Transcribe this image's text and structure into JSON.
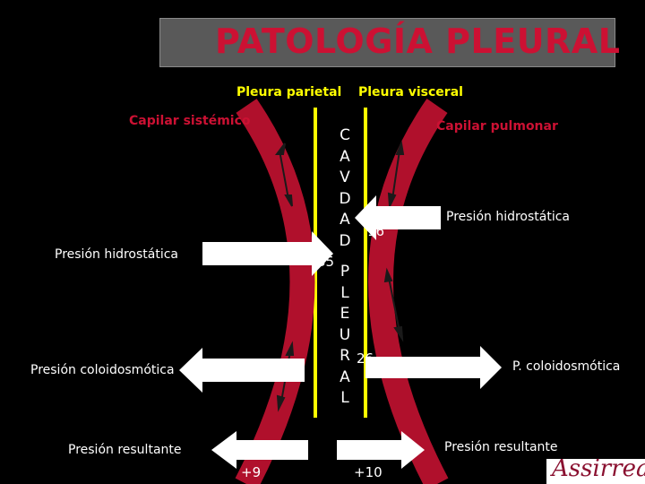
{
  "title": "PATOLOGÍA PLEURAL",
  "labels": {
    "pleura_parietal": "Pleura parietal",
    "pleura_visceral": "Pleura visceral",
    "capilar_sistemico": "Capilar sistémico",
    "capilar_pulmonar": "Capilar pulmonar",
    "presion_hidrostatica_left": "Presión hidrostática",
    "presion_hidrostatica_right": "Presión hidrostática",
    "presion_coloidosmotica_left": "Presión coloidosmótica",
    "presion_coloidosmotica_right": "P. coloidosmótica",
    "presion_resultante_left": "Presión resultante",
    "presion_resultante_right": "Presión resultante"
  },
  "values": {
    "left_hydrostatic": "35",
    "right_hydrostatic": "16",
    "right_oncotic": "26",
    "left_result": "+9",
    "right_result": "+10"
  },
  "cavidad_letters": [
    "C",
    "A",
    "V",
    "D",
    "A",
    "D"
  ],
  "pleura_letters": [
    "P",
    "L",
    "E",
    "U",
    "R",
    "A",
    "L"
  ],
  "logo_text": "Assirrea",
  "colors": {
    "background": "#000000",
    "title": "#cc1133",
    "capillary": "#b0102c",
    "pleura_line": "#ffff00",
    "arrow": "#ffffff"
  }
}
